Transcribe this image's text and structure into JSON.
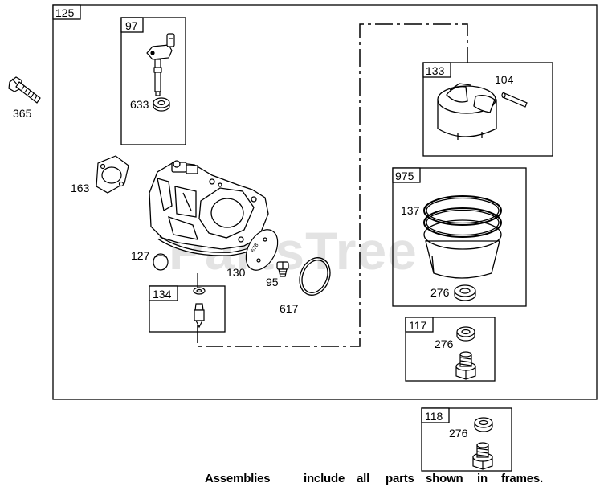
{
  "diagram": {
    "watermark": "PartsTree",
    "frames": {
      "main": "125",
      "f97": "97",
      "f133": "133",
      "f975": "975",
      "f134": "134",
      "f117": "117",
      "f118": "118"
    },
    "parts": {
      "p365": "365",
      "p633": "633",
      "p104": "104",
      "p163": "163",
      "p137": "137",
      "p276a": "276",
      "p127": "127",
      "p130": "130",
      "p95": "95",
      "p617": "617",
      "p276b": "276",
      "p276c": "276"
    },
    "footer": {
      "w1": "Assemblies",
      "w2": "include",
      "w3": "all",
      "w4": "parts",
      "w5": "shown",
      "w6": "in",
      "w7": "frames."
    }
  }
}
